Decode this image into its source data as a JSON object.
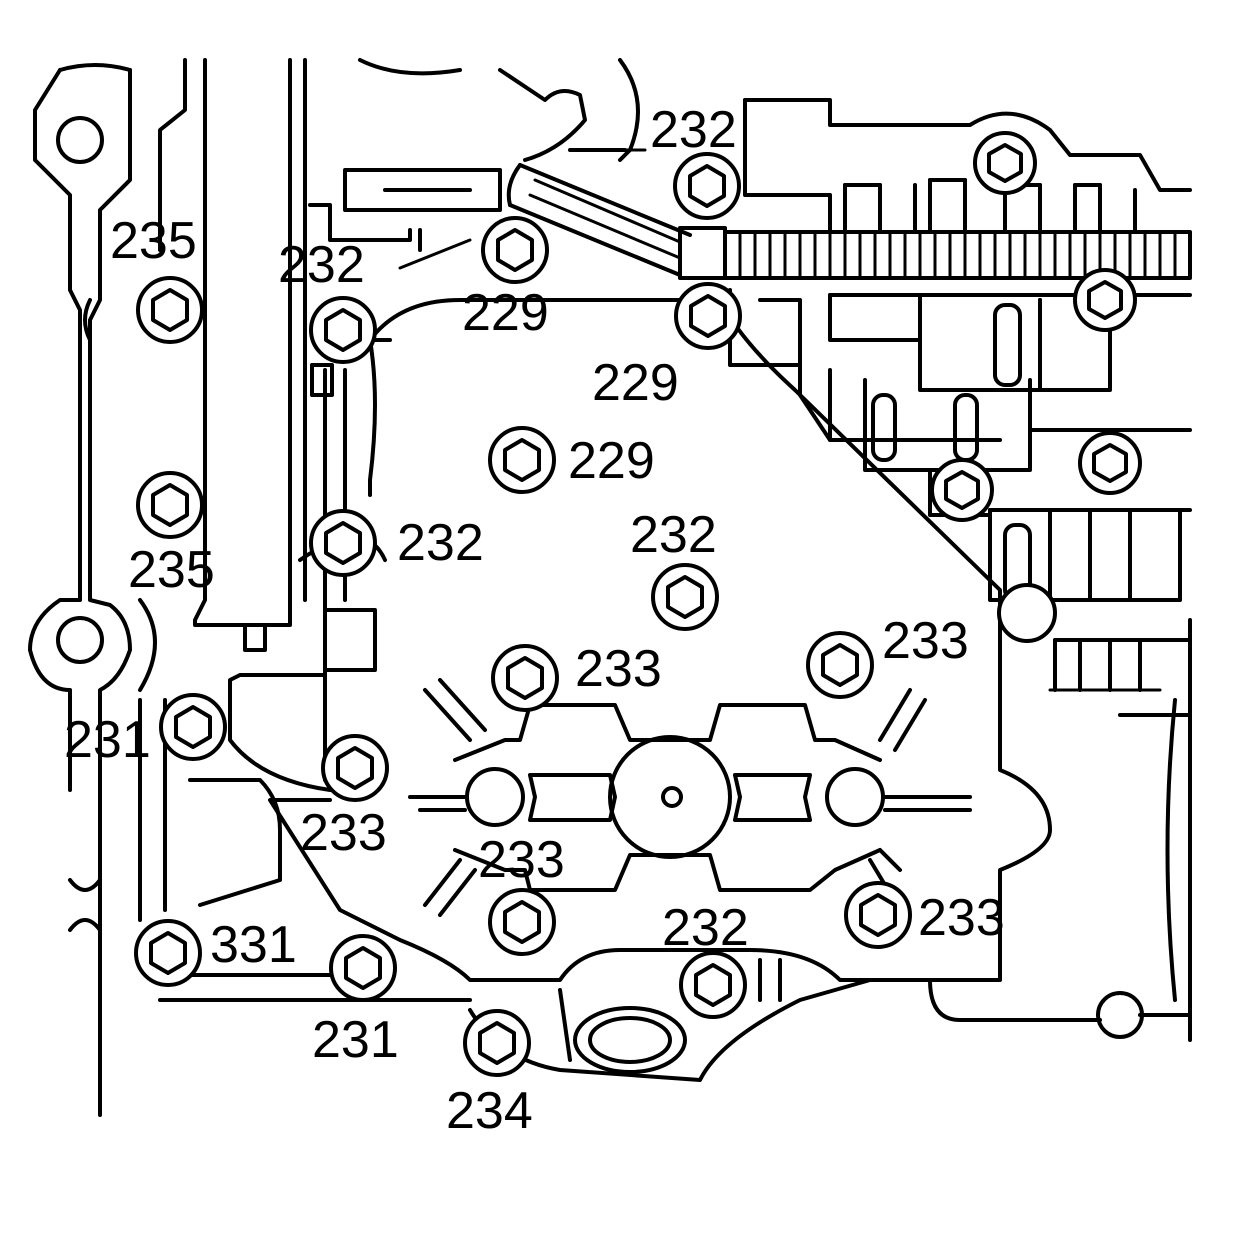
{
  "callouts": [
    {
      "id": "c1",
      "text": "232"
    },
    {
      "id": "c2",
      "text": "235"
    },
    {
      "id": "c3",
      "text": "232"
    },
    {
      "id": "c4",
      "text": "229"
    },
    {
      "id": "c5",
      "text": "229"
    },
    {
      "id": "c6",
      "text": "229"
    },
    {
      "id": "c7",
      "text": "232"
    },
    {
      "id": "c8",
      "text": "232"
    },
    {
      "id": "c9",
      "text": "235"
    },
    {
      "id": "c10",
      "text": "233"
    },
    {
      "id": "c11",
      "text": "233"
    },
    {
      "id": "c12",
      "text": "231"
    },
    {
      "id": "c13",
      "text": "233"
    },
    {
      "id": "c14",
      "text": "233"
    },
    {
      "id": "c15",
      "text": "232"
    },
    {
      "id": "c16",
      "text": "233"
    },
    {
      "id": "c17",
      "text": "331"
    },
    {
      "id": "c18",
      "text": "231"
    },
    {
      "id": "c19",
      "text": "234"
    }
  ],
  "colors": {
    "ink": "#000000",
    "paper": "#ffffff"
  }
}
